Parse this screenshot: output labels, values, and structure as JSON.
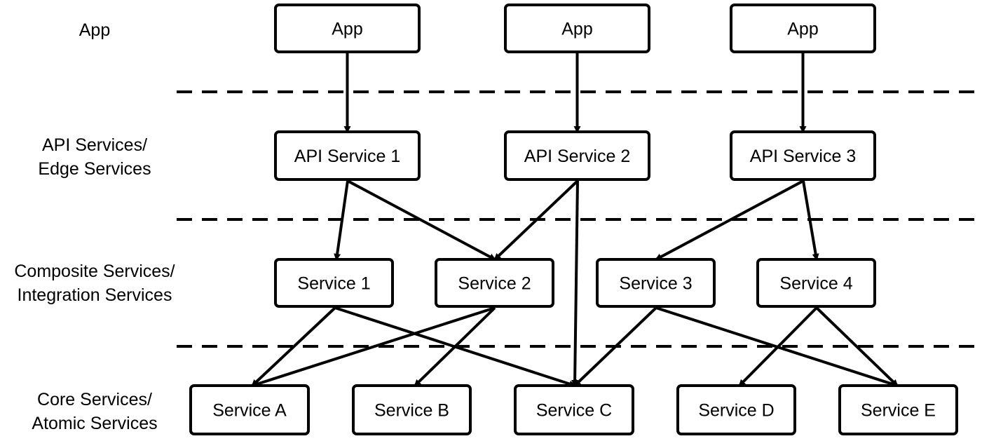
{
  "layers": [
    {
      "id": "app",
      "lines": [
        "App"
      ]
    },
    {
      "id": "api",
      "lines": [
        "API Services/",
        "Edge Services"
      ]
    },
    {
      "id": "composite",
      "lines": [
        "Composite Services/",
        "Integration Services"
      ]
    },
    {
      "id": "core",
      "lines": [
        "Core Services/",
        "Atomic Services"
      ]
    }
  ],
  "nodes": {
    "app1": {
      "label": "App"
    },
    "app2": {
      "label": "App"
    },
    "app3": {
      "label": "App"
    },
    "api1": {
      "label": "API Service 1"
    },
    "api2": {
      "label": "API Service 2"
    },
    "api3": {
      "label": "API Service 3"
    },
    "s1": {
      "label": "Service 1"
    },
    "s2": {
      "label": "Service 2"
    },
    "s3": {
      "label": "Service 3"
    },
    "s4": {
      "label": "Service 4"
    },
    "sa": {
      "label": "Service A"
    },
    "sb": {
      "label": "Service B"
    },
    "sc": {
      "label": "Service C"
    },
    "sd": {
      "label": "Service D"
    },
    "se": {
      "label": "Service E"
    }
  },
  "edges": [
    [
      "app1",
      "api1"
    ],
    [
      "app2",
      "api2"
    ],
    [
      "app3",
      "api3"
    ],
    [
      "api1",
      "s1"
    ],
    [
      "api1",
      "s2"
    ],
    [
      "api2",
      "s2"
    ],
    [
      "api2",
      "sc"
    ],
    [
      "api3",
      "s3"
    ],
    [
      "api3",
      "s4"
    ],
    [
      "s1",
      "sa"
    ],
    [
      "s1",
      "sc"
    ],
    [
      "s2",
      "sa"
    ],
    [
      "s2",
      "sb"
    ],
    [
      "s3",
      "sc"
    ],
    [
      "s3",
      "se"
    ],
    [
      "s4",
      "sd"
    ],
    [
      "s4",
      "se"
    ]
  ]
}
